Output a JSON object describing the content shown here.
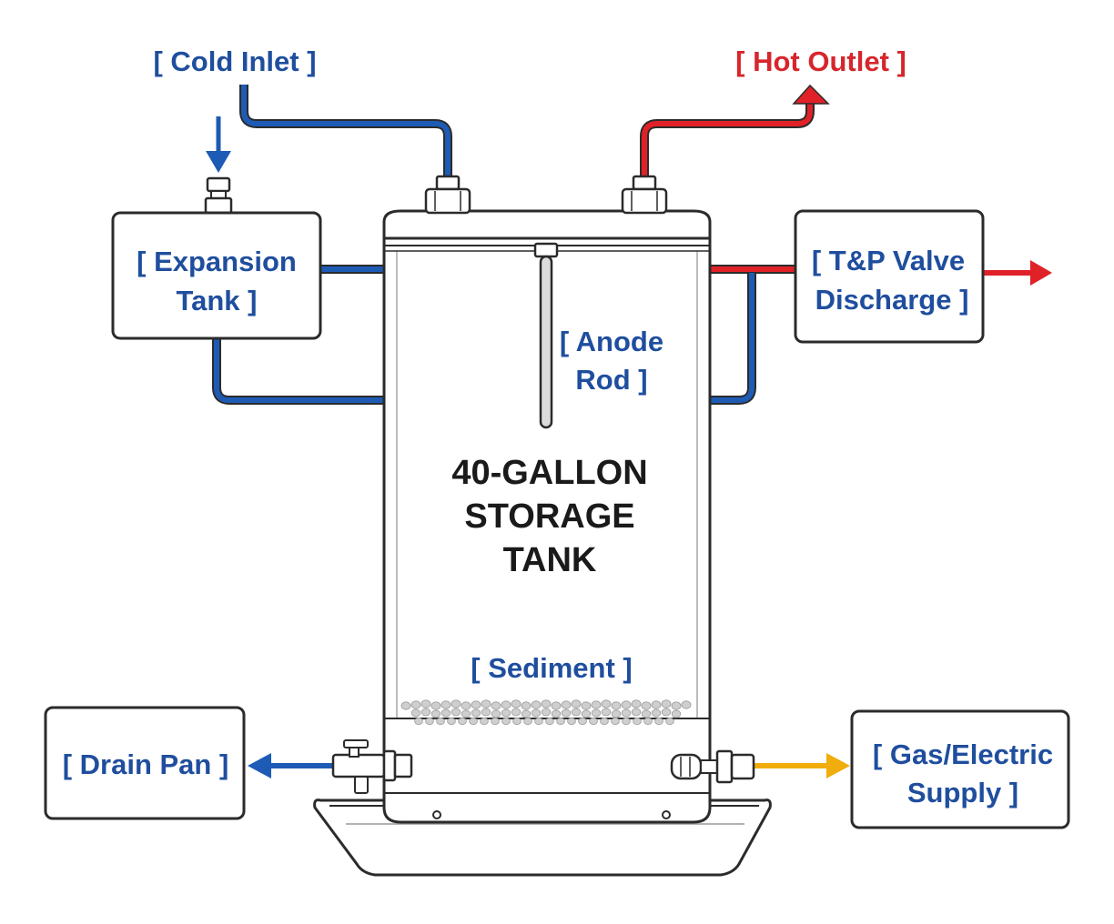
{
  "labels": {
    "cold_inlet": "[ Cold Inlet ]",
    "hot_outlet": "[ Hot Outlet ]",
    "expansion_tank_line1": "[ Expansion",
    "expansion_tank_line2": "Tank ]",
    "tp_valve_line1": "[ T&P Valve",
    "tp_valve_line2": "Discharge ]",
    "anode_rod_line1": "[ Anode",
    "anode_rod_line2": "Rod ]",
    "tank_title_line1": "40-GALLON",
    "tank_title_line2": "STORAGE",
    "tank_title_line3": "TANK",
    "sediment": "[ Sediment ]",
    "drain_pan": "[ Drain Pan ]",
    "supply_line1": "[ Gas/Electric",
    "supply_line2": "Supply ]"
  },
  "colors": {
    "cold": "#1d5bb5",
    "hot": "#e02127",
    "supply": "#f0ad0c",
    "outline": "#2b2b2b",
    "label_blue": "#1f4e9e",
    "label_red": "#d6262c"
  }
}
